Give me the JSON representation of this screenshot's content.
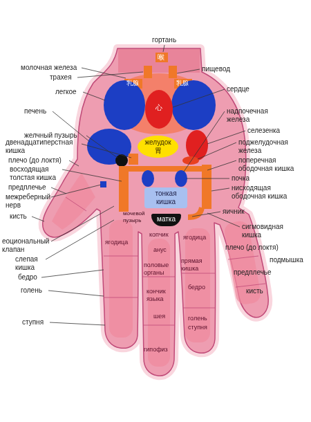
{
  "diagram": {
    "nodes": [
      {
        "text": [
          "желудок",
          "胃"
        ]
      },
      {
        "text": [
          "тонкая кишка"
        ]
      },
      {
        "text": [
          "матка"
        ]
      }
    ],
    "labels": [
      "гортань",
      "молочная железа",
      "пищевод",
      "трахея",
      "乳腺",
      "乳腺",
      "喉",
      "легкое",
      "сердце",
      "心",
      "печень",
      "надпочечная железа",
      "селезенка",
      "желчный пузырь",
      "двенадцатиперстная кишка",
      "поджелудочная железа",
      "плечо (до локтя)",
      "поперечная ободочная кишка",
      "восходящая толстая кишка",
      "почка",
      "предплечье",
      "нисходящая ободочная кишка",
      "межреберный нерв",
      "яичник",
      "мочевой пузырь",
      "кисть",
      "сигмовидная кишка",
      "копчик",
      "ягодица",
      "ягодица",
      "еоциональный клапан",
      "плечо (до локтя)",
      "анус",
      "слепая кишка",
      "подмышка",
      "прямая кишка",
      "половые органы",
      "бедро",
      "предплечье",
      "голень",
      "бедро",
      "кончик языка",
      "кисть",
      "шея",
      "голень",
      "ступня",
      "ступня",
      "гипофиз"
    ]
  }
}
